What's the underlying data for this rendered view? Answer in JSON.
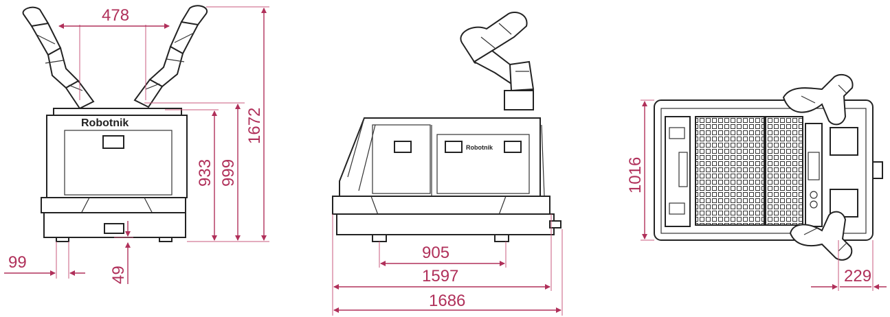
{
  "brand": "Robotnik",
  "colors": {
    "dimension": "#b0305a",
    "outline": "#222222",
    "background": "#ffffff"
  },
  "front_view": {
    "dim_arm_spacing": "478",
    "dim_total_height": "1672",
    "dim_height_999": "999",
    "dim_height_933": "933",
    "dim_wheel_offset": "99",
    "dim_ground_clearance": "49"
  },
  "side_view": {
    "dim_wheelbase": "905",
    "dim_body_length": "1597",
    "dim_total_length": "1686"
  },
  "top_view": {
    "dim_width": "1016",
    "dim_arm_overhang": "229"
  }
}
